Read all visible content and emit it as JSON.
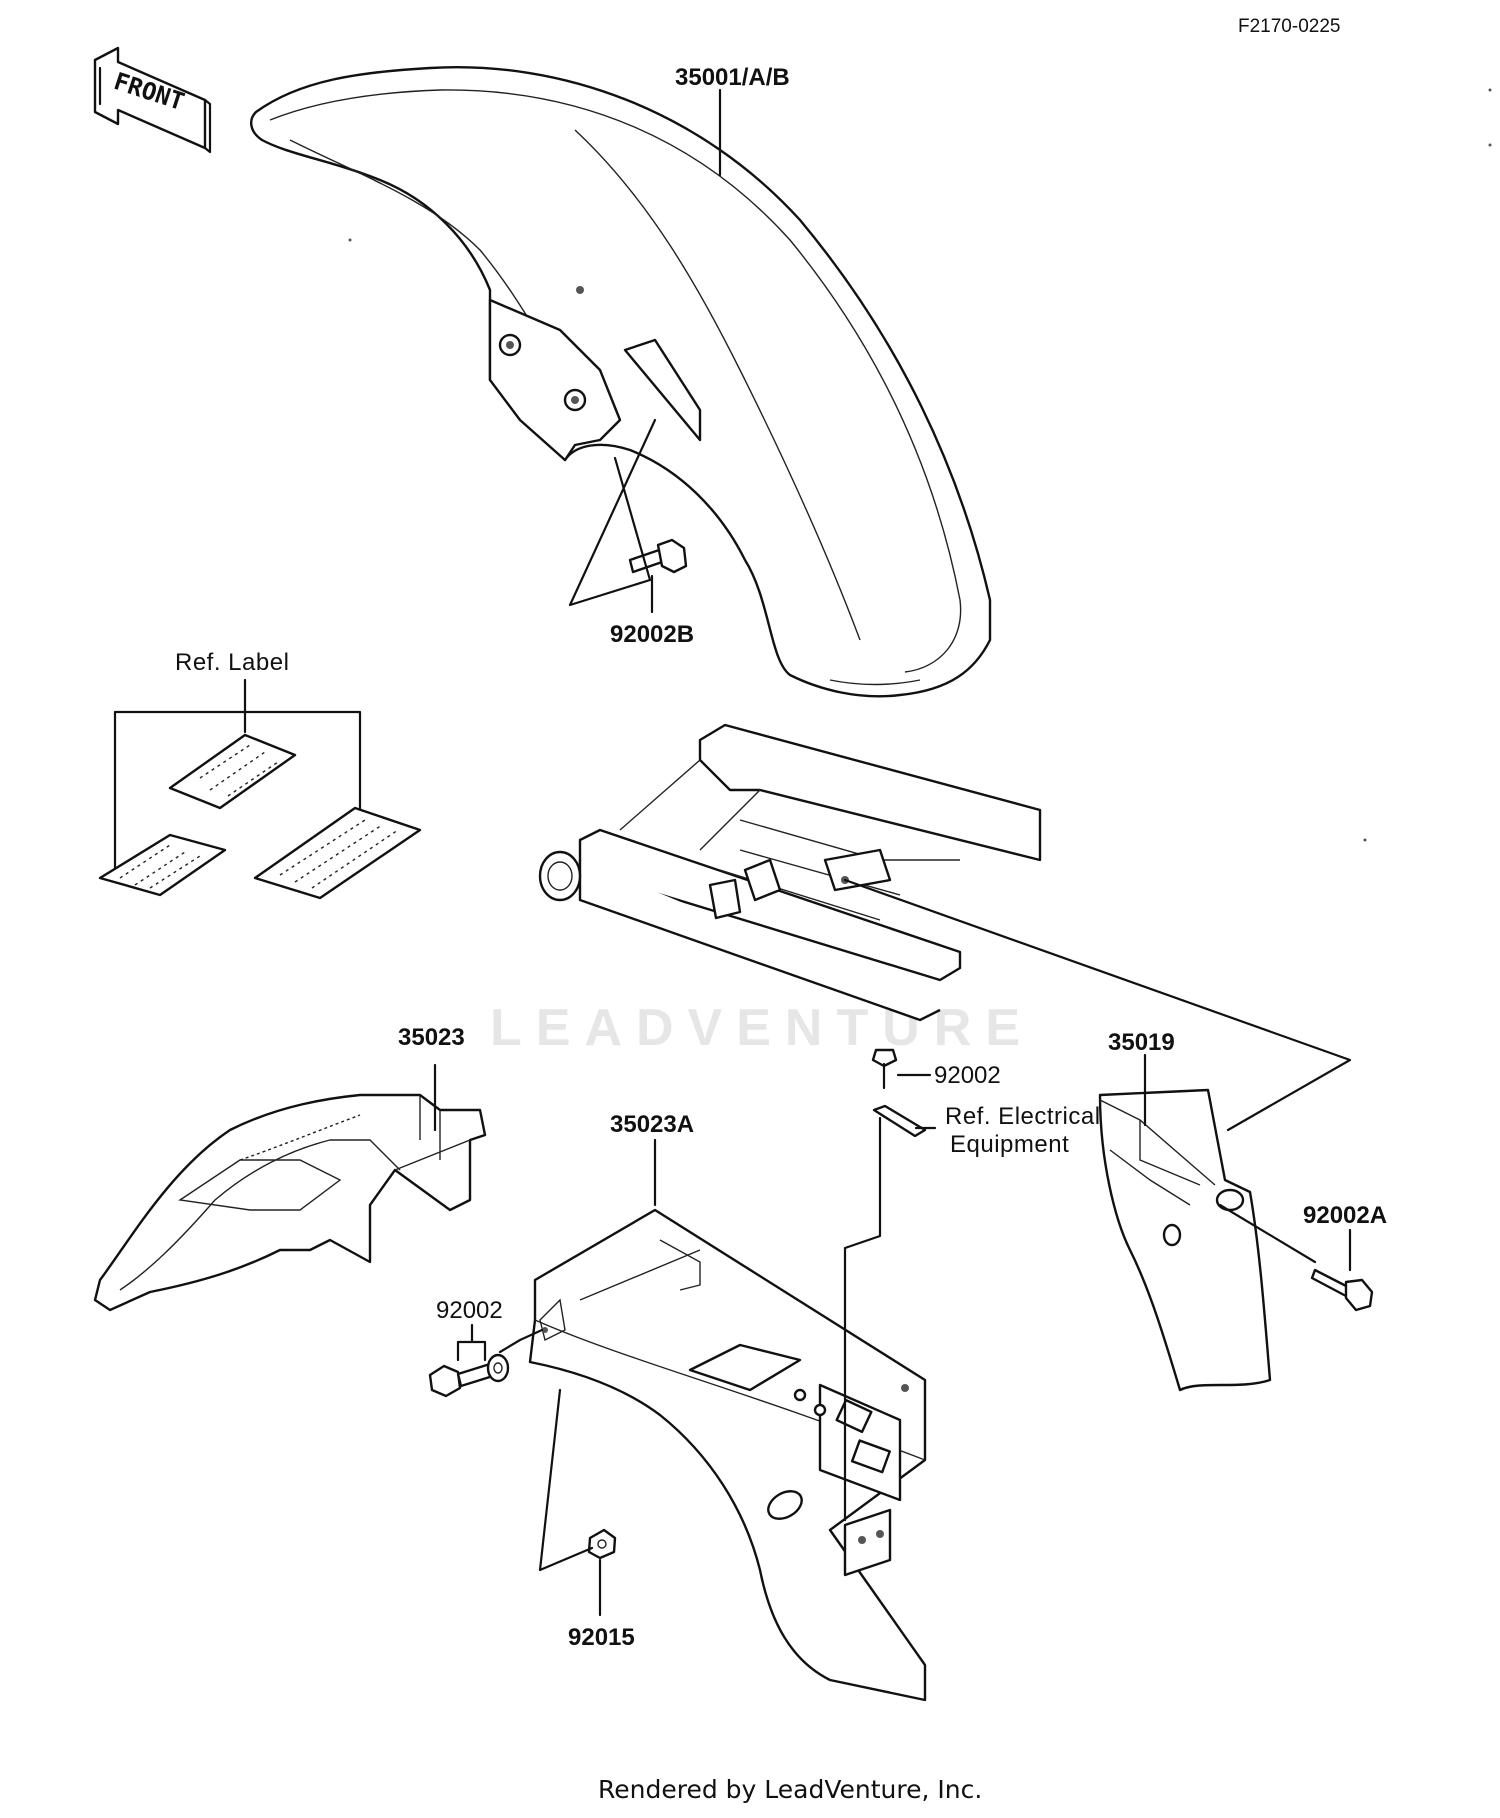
{
  "diagram": {
    "drawing_code": "F2170-0225",
    "front_arrow_label": "FRONT",
    "watermark": "LEADVENTURE",
    "footer": "Rendered by LeadVenture, Inc.",
    "callouts": {
      "front_fender": "35001/A/B",
      "bolt_front_fender": "92002B",
      "ref_label": "Ref. Label",
      "inner_fender": "35023",
      "rear_fender": "35023A",
      "bolt_rear_fender_top": "92002",
      "ref_electrical_line1": "Ref. Electrical",
      "ref_electrical_line2": "Equipment",
      "flap": "35019",
      "bolt_flap": "92002A",
      "bolt_rear_fender_side": "92002",
      "nut": "92015"
    }
  }
}
